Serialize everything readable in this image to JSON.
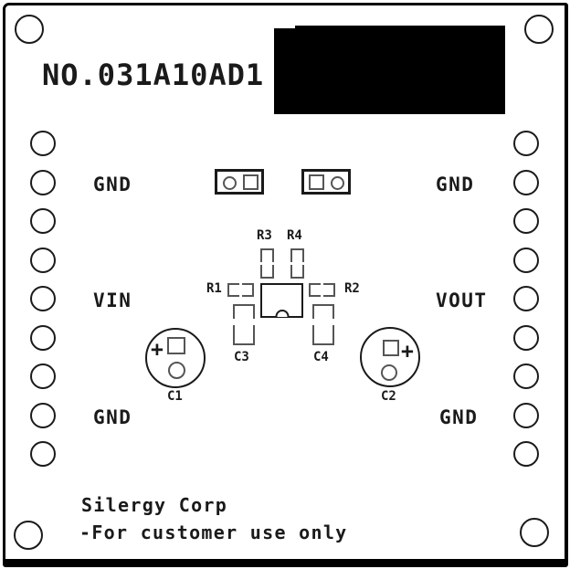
{
  "silkscreen": {
    "board_no": "NO.031A10AD1",
    "footer": [
      "Silergy Corp",
      "-For customer use only"
    ]
  },
  "terminals": {
    "left": {
      "top_label": "GND",
      "mid_label": "VIN",
      "bottom_label": "GND",
      "hole_count": 9
    },
    "right": {
      "top_label": "GND",
      "mid_label": "VOUT",
      "bottom_label": "GND",
      "hole_count": 9
    }
  },
  "components": {
    "r1": {
      "label": "R1"
    },
    "r2": {
      "label": "R2"
    },
    "r3": {
      "label": "R3"
    },
    "r4": {
      "label": "R4"
    },
    "c1": {
      "label": "C1",
      "polarity": "+"
    },
    "c2": {
      "label": "C2",
      "polarity": "+"
    },
    "c3": {
      "label": "C3"
    },
    "c4": {
      "label": "C4"
    }
  },
  "colors": {
    "silkscreen": "#1a1a1a",
    "pad": "#555555",
    "block": "#000000"
  }
}
